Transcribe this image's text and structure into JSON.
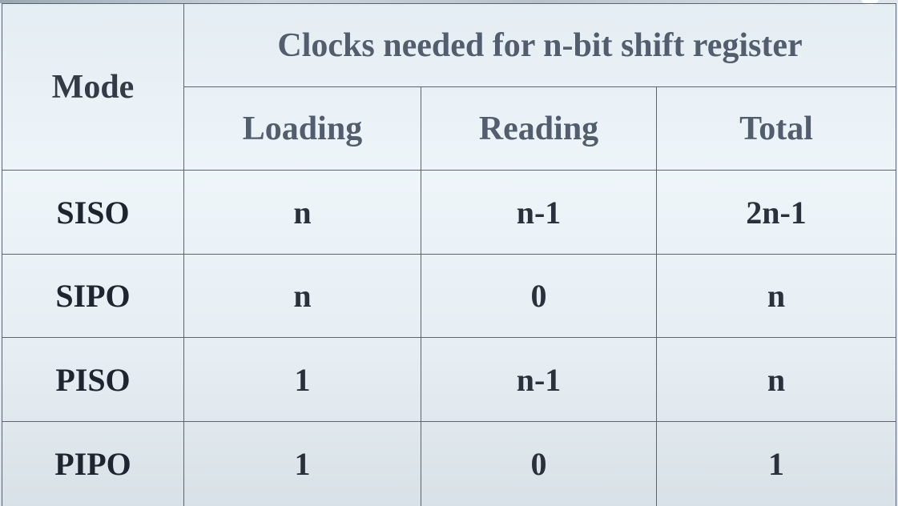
{
  "table": {
    "mode_header": "Mode",
    "caption": "Clocks needed for n-bit shift register",
    "columns": [
      "Loading",
      "Reading",
      "Total"
    ],
    "rows": [
      {
        "mode": "SISO",
        "loading": "n",
        "reading": "n-1",
        "total": "2n-1"
      },
      {
        "mode": "SIPO",
        "loading": "n",
        "reading": "0",
        "total": "n"
      },
      {
        "mode": "PISO",
        "loading": "1",
        "reading": "n-1",
        "total": "n"
      },
      {
        "mode": "PIPO",
        "loading": "1",
        "reading": "0",
        "total": "1"
      }
    ]
  }
}
